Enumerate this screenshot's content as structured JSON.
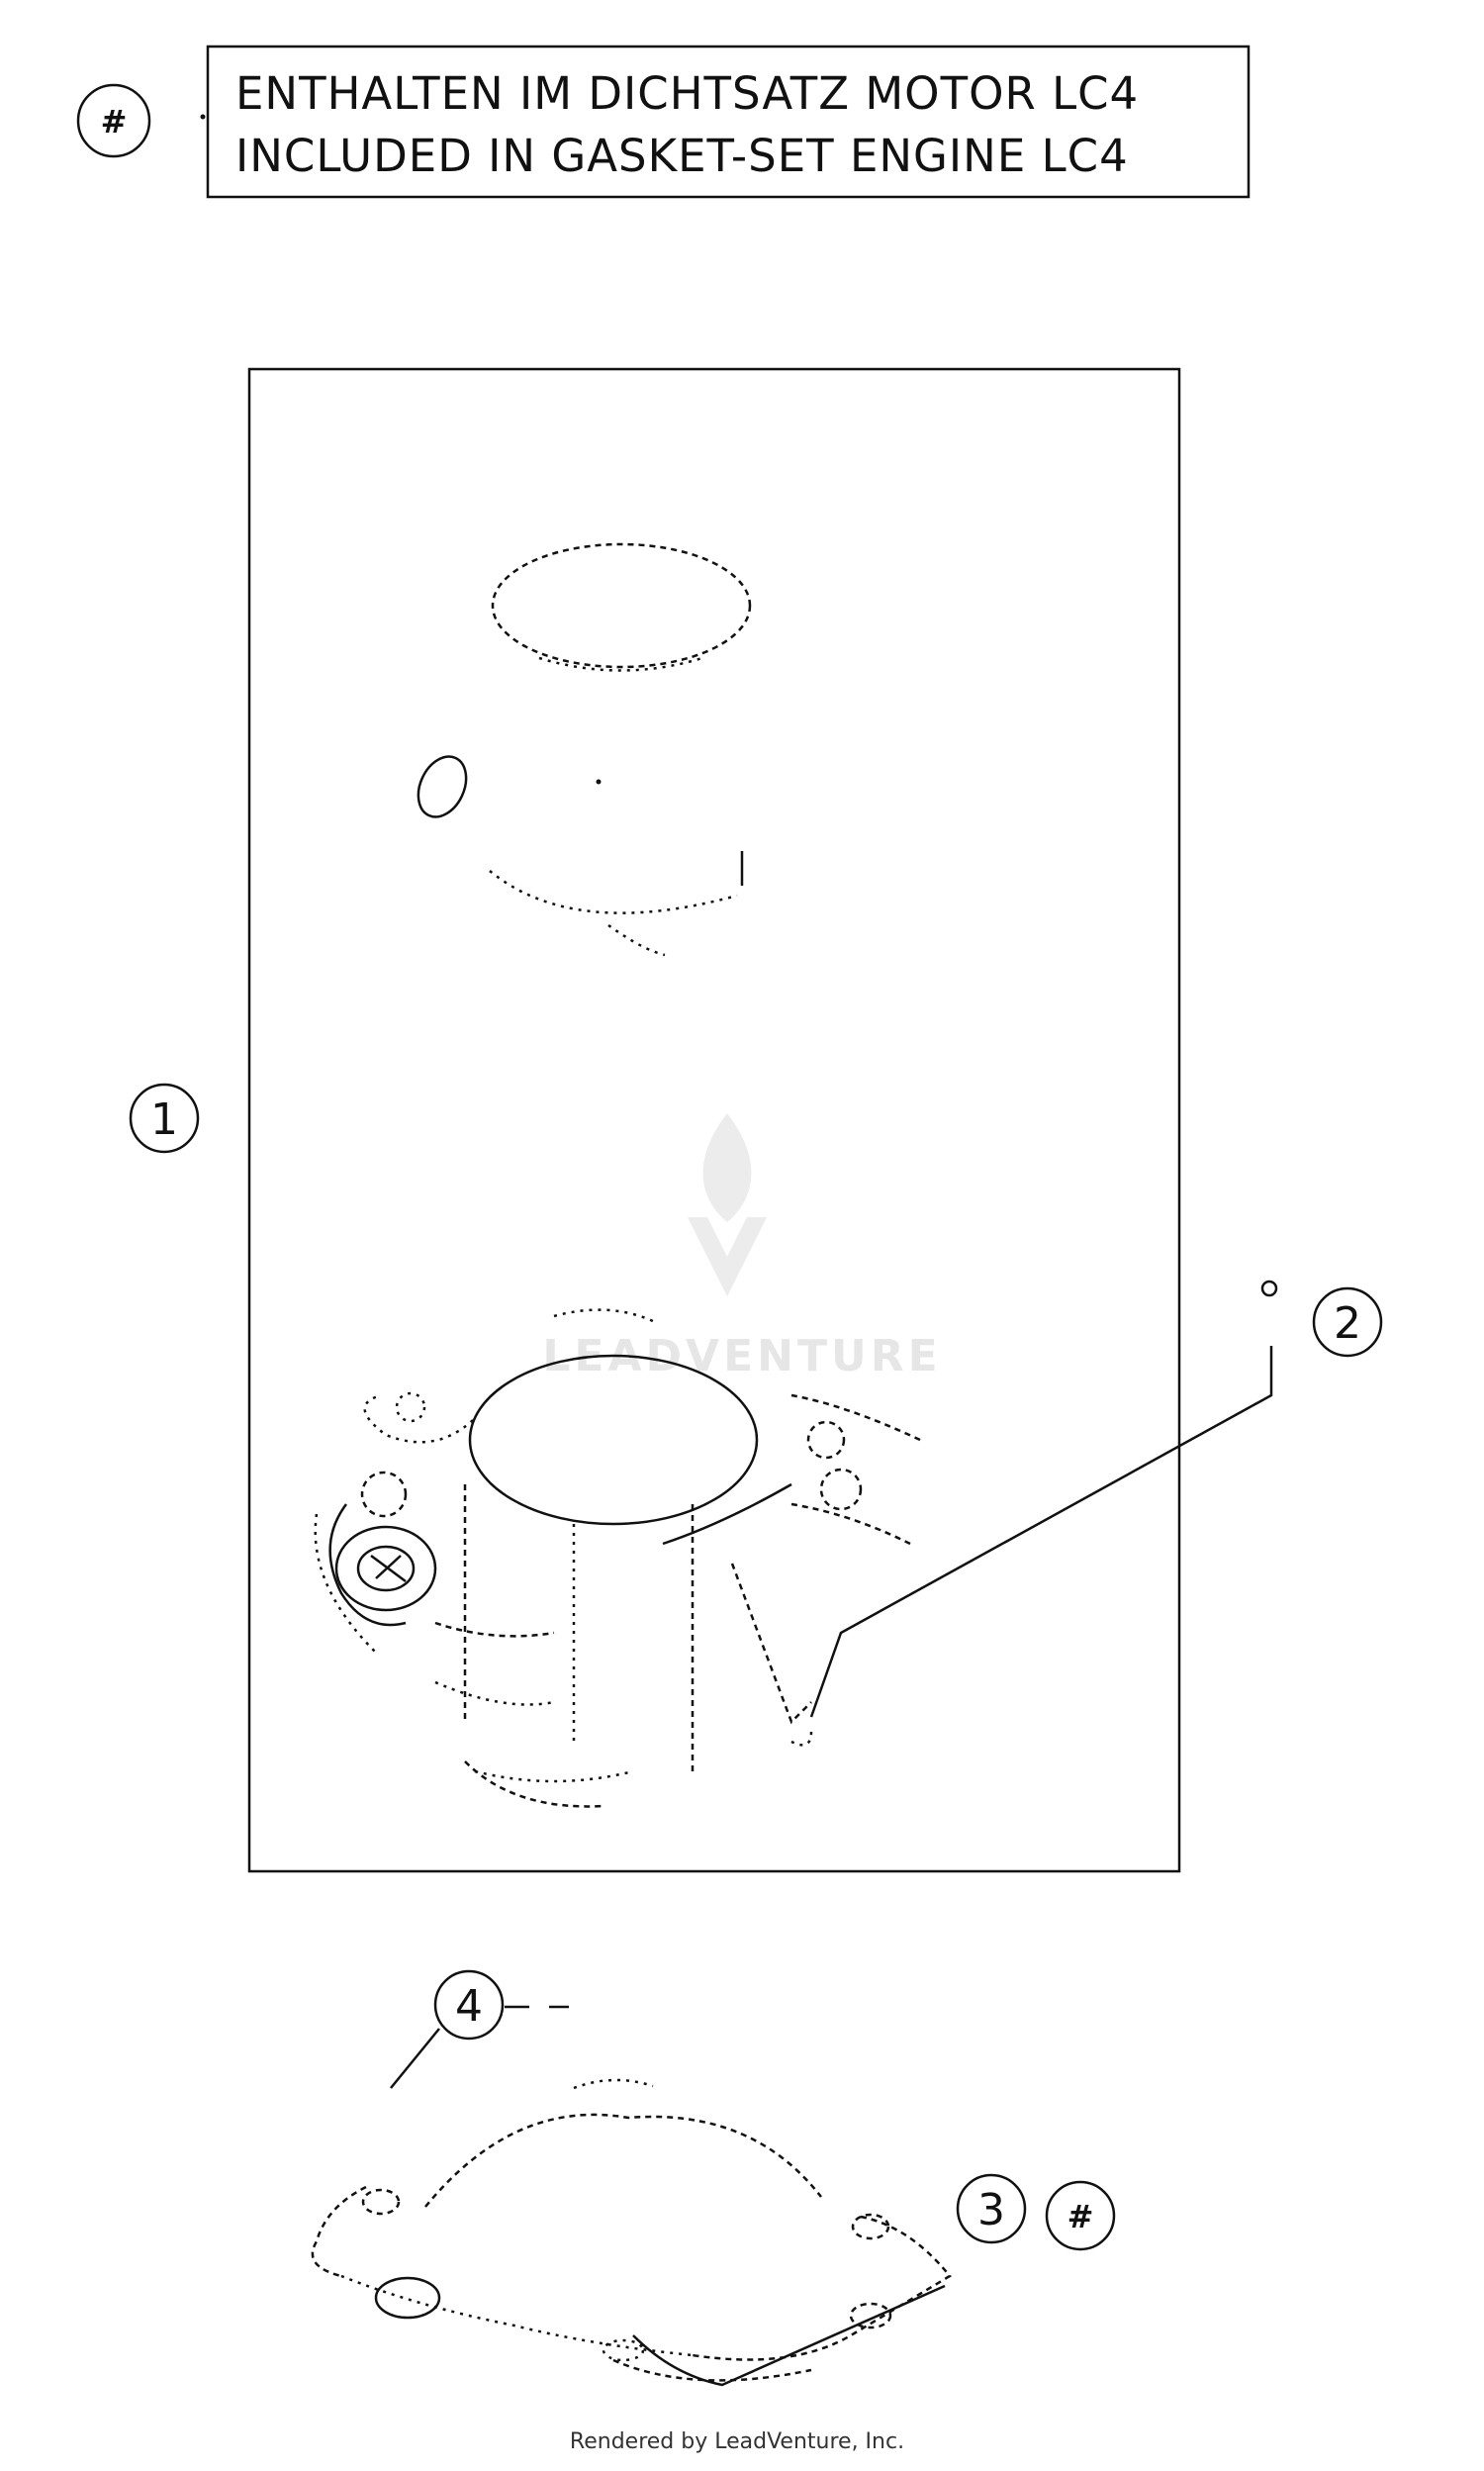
{
  "legend": {
    "symbol": "#",
    "line1": "ENTHALTEN IM DICHTSATZ MOTOR LC4",
    "line2": "INCLUDED IN GASKET-SET ENGINE LC4"
  },
  "callouts": [
    {
      "id": "1",
      "label": "1"
    },
    {
      "id": "2",
      "label": "2"
    },
    {
      "id": "3",
      "label": "3"
    },
    {
      "id": "4",
      "label": "4"
    }
  ],
  "part3_marker": "#",
  "watermark": "LEADVENTURE",
  "footer": "Rendered by LeadVenture, Inc.",
  "colors": {
    "ink": "#111111",
    "watermark": "#e6e6e6"
  }
}
